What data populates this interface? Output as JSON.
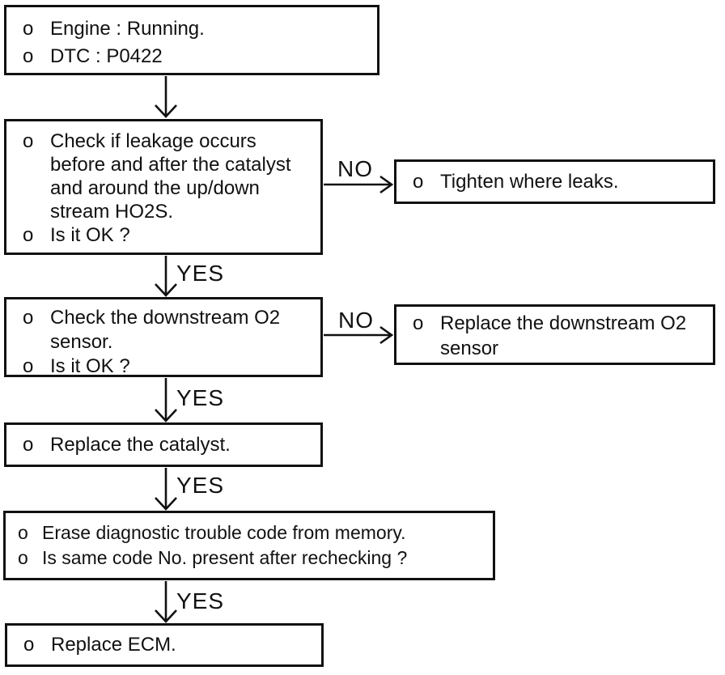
{
  "flowchart": {
    "bullet": "o",
    "labels": {
      "yes": "YES",
      "no": "NO"
    },
    "boxes": {
      "start": {
        "lines": [
          "Engine : Running.",
          "DTC : P0422"
        ]
      },
      "check_leakage": {
        "lines": [
          "Check if leakage occurs",
          "before and after the catalyst",
          "and around the up/down",
          "stream HO2S.",
          "Is it OK ?"
        ]
      },
      "tighten": {
        "lines": [
          "Tighten where leaks."
        ]
      },
      "check_o2": {
        "lines": [
          "Check the downstream O2",
          "sensor.",
          "Is it OK ?"
        ]
      },
      "replace_o2": {
        "lines": [
          "Replace the downstream O2",
          "sensor"
        ]
      },
      "replace_catalyst": {
        "lines": [
          "Replace the catalyst."
        ]
      },
      "erase_dtc": {
        "lines": [
          "Erase diagnostic trouble code from memory.",
          "Is same code No. present after rechecking ?"
        ]
      },
      "replace_ecm": {
        "lines": [
          "Replace ECM."
        ]
      }
    }
  }
}
